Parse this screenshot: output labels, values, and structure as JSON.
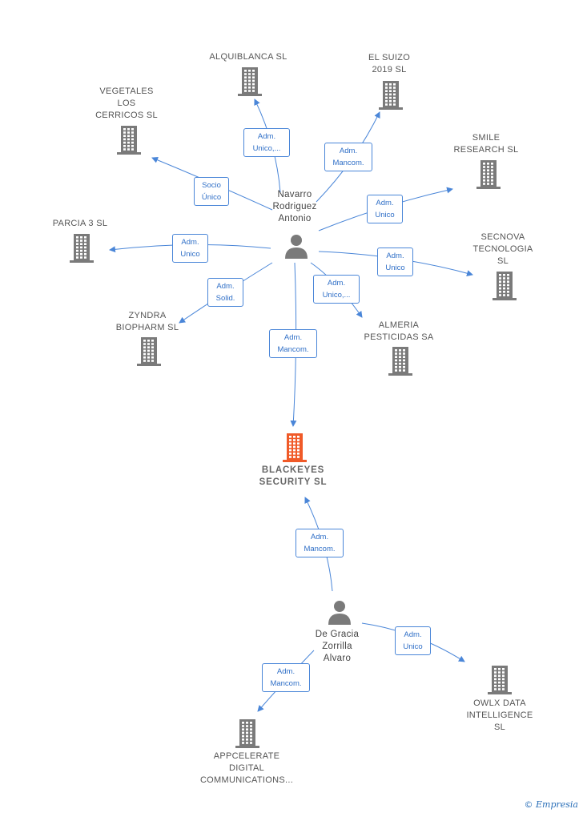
{
  "colors": {
    "edge": "#4a86d8",
    "icon": "#7a7a7a",
    "focus": "#f05a28",
    "box_text": "#2f6fc7"
  },
  "persons": {
    "navarro": {
      "label": "Navarro\nRodriguez\nAntonio"
    },
    "degracia": {
      "label": "De Gracia\nZorrilla\nAlvaro"
    }
  },
  "companies": {
    "alquiblanca": "ALQUIBLANCA SL",
    "elsuizo": "EL SUIZO\n2019  SL",
    "vegetales": "VEGETALES\nLOS\nCERRICOS  SL",
    "smile": "SMILE\nRESEARCH  SL",
    "parcia": "PARCIA 3  SL",
    "secnova": "SECNOVA\nTECNOLOGIA\nSL",
    "zyndra": "ZYNDRA\nBIOPHARM SL",
    "almeria": "ALMERIA\nPESTICIDAS SA",
    "blackeyes": "BLACKEYES\nSECURITY  SL",
    "owlx": "OWLX DATA\nINTELLIGENCE\nSL",
    "appcelerate": "APPCELERATE\nDIGITAL\nCOMMUNICATIONS..."
  },
  "relations": {
    "alquiblanca": "Adm.\nUnico,...",
    "elsuizo": "Adm.\nMancom.",
    "vegetales": "Socio\nÚnico",
    "smile": "Adm.\nUnico",
    "parcia": "Adm.\nUnico",
    "secnova": "Adm.\nUnico",
    "zyndra": "Adm.\nSolid.",
    "almeria": "Adm.\nUnico,...",
    "blackeyes_navarro": "Adm.\nMancom.",
    "blackeyes_degracia": "Adm.\nMancom.",
    "owlx": "Adm.\nUnico",
    "appcelerate": "Adm.\nMancom."
  },
  "footer": {
    "copyright": "©",
    "brand": "Empresia"
  }
}
